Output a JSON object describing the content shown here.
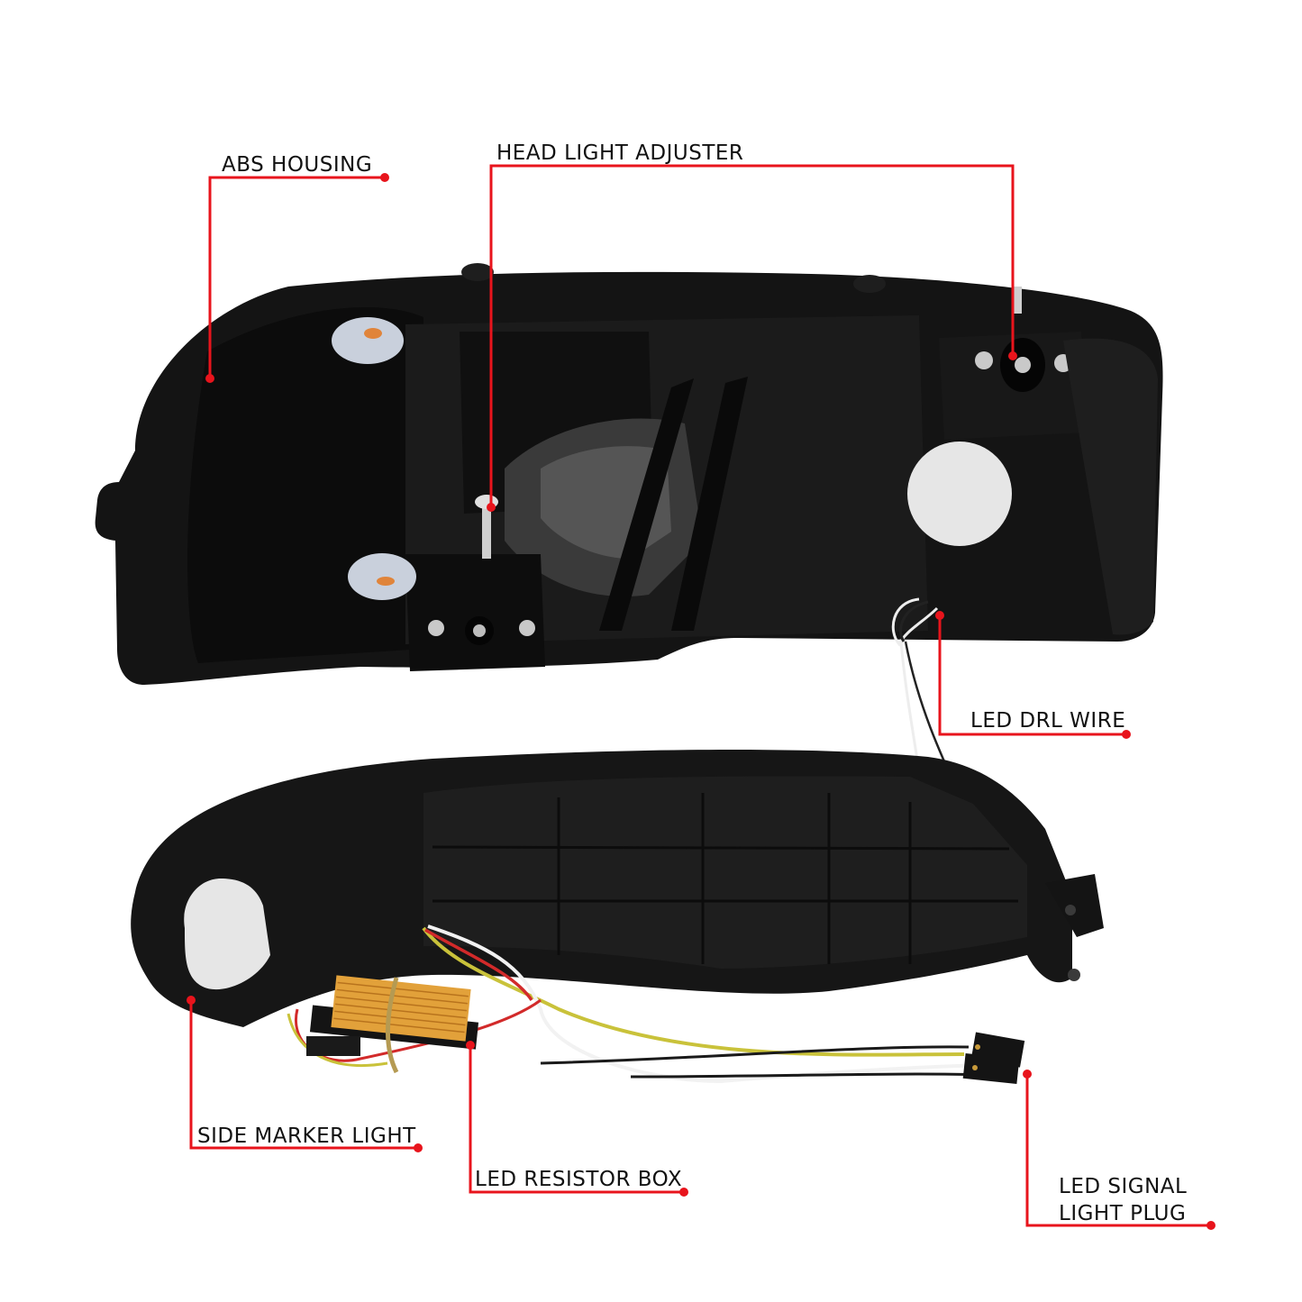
{
  "diagram": {
    "type": "product-callout-infographic",
    "subject": "headlight assembly with bumper/corner light (rear view)",
    "accent_color": "#e8141c",
    "label_color": "#111111",
    "background": "#ffffff"
  },
  "callouts": [
    {
      "id": "abs-housing",
      "label": "ABS HOUSING"
    },
    {
      "id": "head-light-adjuster",
      "label": "HEAD LIGHT ADJUSTER"
    },
    {
      "id": "led-drl-wire",
      "label": "LED DRL WIRE"
    },
    {
      "id": "side-marker-light",
      "label": "SIDE MARKER LIGHT"
    },
    {
      "id": "led-resistor-box",
      "label": "LED RESISTOR BOX"
    },
    {
      "id": "led-signal-light-plug",
      "label_line1": "LED SIGNAL",
      "label_line2": "LIGHT PLUG"
    }
  ],
  "colors": {
    "housing_black": "#141414",
    "housing_edge": "#2a2a2a",
    "lens_cap_white": "#e6e6e6",
    "resistor_gold": "#e2a13a",
    "wire_red": "#d22a2a",
    "wire_yellow": "#c9c23a",
    "wire_white": "#f2f2f2",
    "wire_black": "#1a1a1a"
  }
}
